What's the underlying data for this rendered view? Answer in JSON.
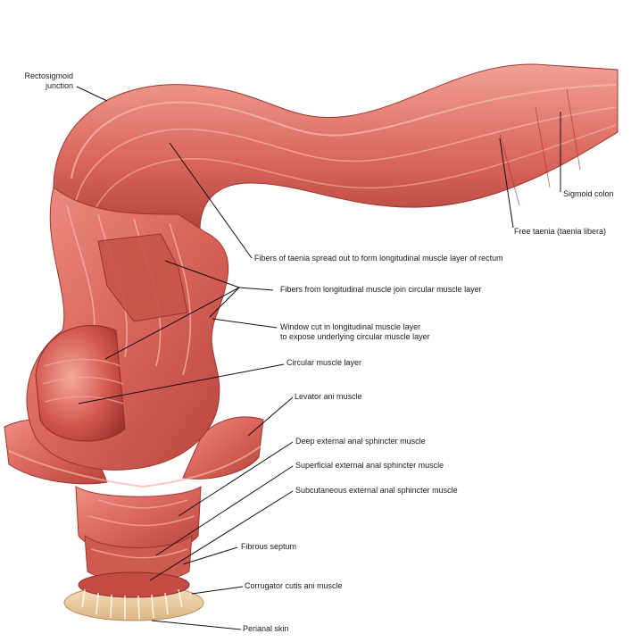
{
  "figure": {
    "colors": {
      "muscle": "#d9645a",
      "muscle_dark": "#a83a34",
      "muscle_light": "#f2a79c",
      "skin": "#f0d2a6",
      "leader": "#111111"
    },
    "labels": {
      "rectosigmoid_line1": "Rectosigmoid",
      "rectosigmoid_line2": "junction",
      "sigmoid_colon": "Sigmoid colon",
      "free_taenia": "Free taenia (taenia libera)",
      "fibers_taenia": "Fibers of taenia spread out to form longitudinal muscle layer of rectum",
      "fibers_longitudinal": "Fibers from longitudinal muscle join circular muscle layer",
      "window_line1": "Window cut in longitudinal muscle layer",
      "window_line2": "to expose underlying circular muscle layer",
      "circular_muscle": "Circular muscle layer",
      "levator_ani": "Levator ani muscle",
      "deep_sphincter": "Deep external anal sphincter muscle",
      "superficial_sphincter": "Superficial external anal sphincter muscle",
      "subcutaneous_sphincter": "Subcutaneous external anal sphincter muscle",
      "fibrous_septum": "Fibrous septum",
      "corrugator": "Corrugator cutis ani muscle",
      "perianal_skin": "Perianal skin"
    }
  }
}
